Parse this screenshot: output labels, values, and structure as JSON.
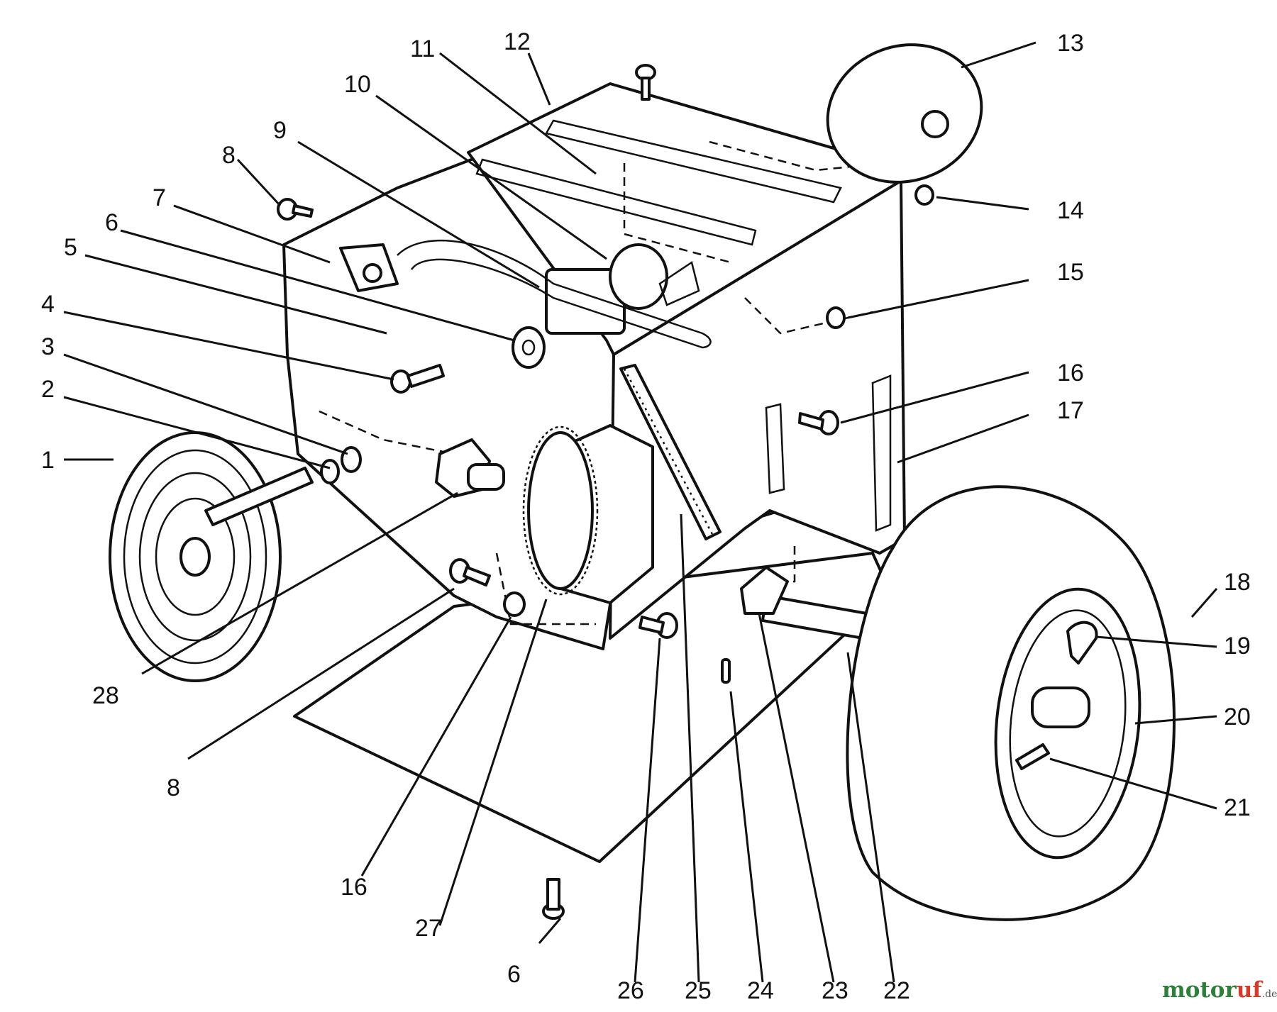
{
  "diagram": {
    "callouts": [
      {
        "id": "c1",
        "label": "1"
      },
      {
        "id": "c2",
        "label": "2"
      },
      {
        "id": "c3",
        "label": "3"
      },
      {
        "id": "c4",
        "label": "4"
      },
      {
        "id": "c5",
        "label": "5"
      },
      {
        "id": "c6a",
        "label": "6"
      },
      {
        "id": "c7",
        "label": "7"
      },
      {
        "id": "c8a",
        "label": "8"
      },
      {
        "id": "c9",
        "label": "9"
      },
      {
        "id": "c10",
        "label": "10"
      },
      {
        "id": "c11",
        "label": "11"
      },
      {
        "id": "c12",
        "label": "12"
      },
      {
        "id": "c13",
        "label": "13"
      },
      {
        "id": "c14",
        "label": "14"
      },
      {
        "id": "c15",
        "label": "15"
      },
      {
        "id": "c16a",
        "label": "16"
      },
      {
        "id": "c17",
        "label": "17"
      },
      {
        "id": "c18",
        "label": "18"
      },
      {
        "id": "c19",
        "label": "19"
      },
      {
        "id": "c20",
        "label": "20"
      },
      {
        "id": "c21",
        "label": "21"
      },
      {
        "id": "c22",
        "label": "22"
      },
      {
        "id": "c23",
        "label": "23"
      },
      {
        "id": "c24",
        "label": "24"
      },
      {
        "id": "c25",
        "label": "25"
      },
      {
        "id": "c26",
        "label": "26"
      },
      {
        "id": "c27",
        "label": "27"
      },
      {
        "id": "c6b",
        "label": "6"
      },
      {
        "id": "c16b",
        "label": "16"
      },
      {
        "id": "c8b",
        "label": "8"
      },
      {
        "id": "c28",
        "label": "28"
      }
    ]
  },
  "watermark": {
    "base": "motor",
    "accent": "uf",
    "tld": ".de"
  }
}
